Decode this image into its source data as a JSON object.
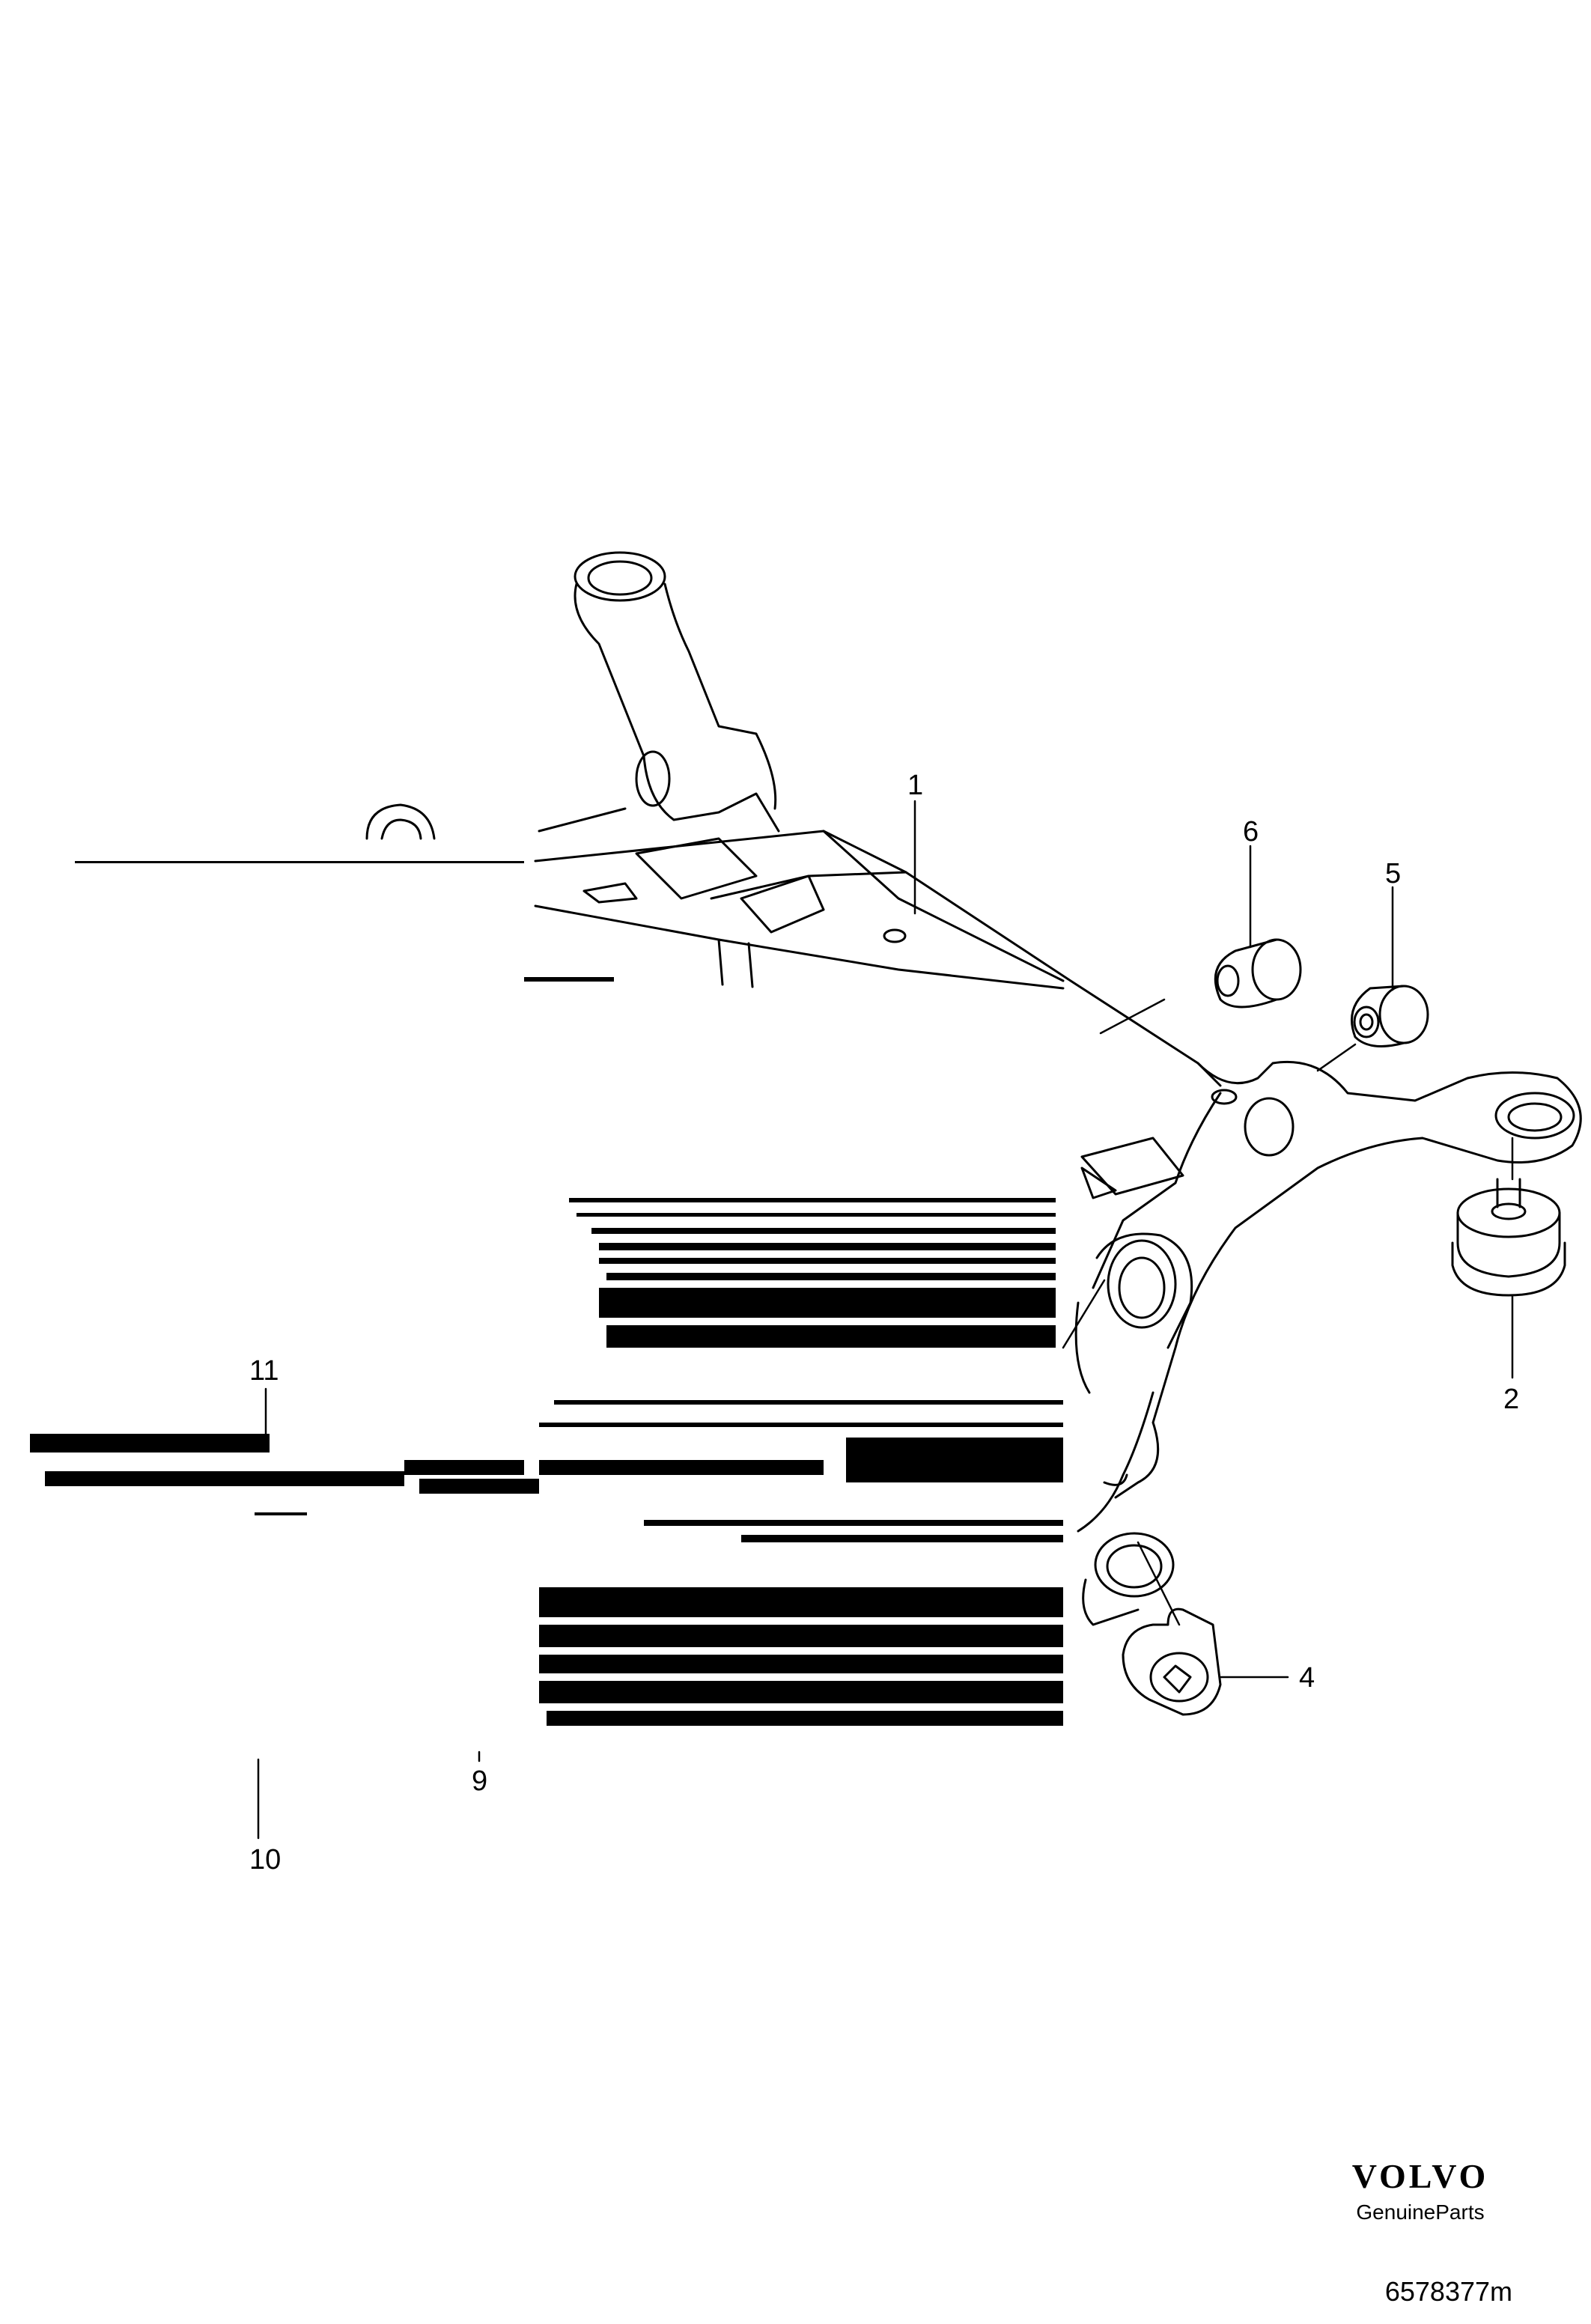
{
  "diagram": {
    "callouts": [
      "1",
      "2",
      "4",
      "5",
      "6",
      "9",
      "10",
      "11"
    ]
  },
  "brand": {
    "logo": "VOLVO",
    "subtitle": "GenuineParts"
  },
  "drawing_id": "6578377m"
}
